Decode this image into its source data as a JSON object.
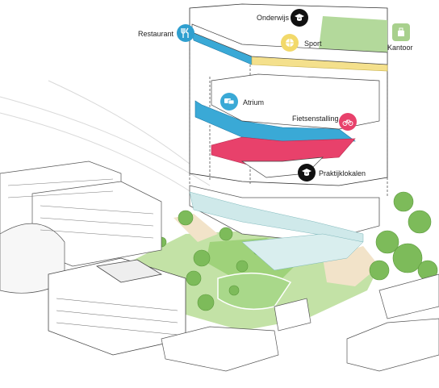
{
  "labels": {
    "restaurant": "Restaurant",
    "onderwijs": "Onderwijs",
    "sport": "Sport",
    "kantoor": "Kantoor",
    "atrium": "Atrium",
    "fietsenstalling": "Fietsenstalling",
    "praktijklokalen": "Praktijklokalen"
  },
  "icons": {
    "restaurant": "cutlery-icon",
    "onderwijs": "graduation-cap-icon",
    "sport": "sport-icon",
    "kantoor": "office-icon",
    "atrium": "chat-icon",
    "fietsenstalling": "bicycle-icon",
    "praktijklokalen": "graduation-cap-icon"
  },
  "colors": {
    "restaurant": "#2f9fcf",
    "onderwijs": "#111111",
    "sport": "#f2d96a",
    "kantoor": "#a8d08d",
    "atrium": "#3aa9d6",
    "fietsenstalling": "#e8416b",
    "praktijklokalen": "#111111",
    "green_space": "#b7d99a",
    "trees": "#6fb24f"
  }
}
